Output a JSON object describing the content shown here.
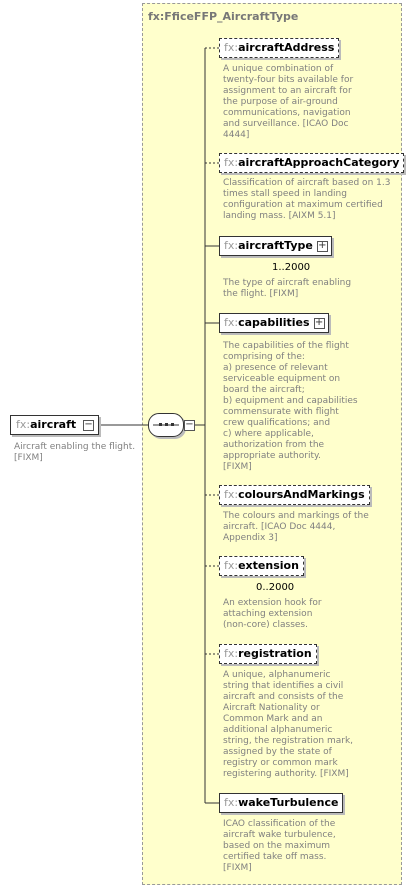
{
  "type_name": "fx:FficeFFP_AircraftType",
  "root": {
    "prefix": "fx:",
    "name": "aircraft",
    "description": "Aircraft enabling the flight.\n[FIXM]"
  },
  "elements": [
    {
      "prefix": "fx:",
      "name": "aircraftAddress",
      "optional": true,
      "expandable": false,
      "cardinality": "",
      "description": "A unique combination of\ntwenty-four bits available for\nassignment to an aircraft for\nthe purpose of air-ground\ncommunications, navigation\nand surveillance. [ICAO Doc\n4444]"
    },
    {
      "prefix": "fx:",
      "name": "aircraftApproachCategory",
      "optional": true,
      "expandable": false,
      "cardinality": "",
      "description": "Classification of aircraft based on 1.3\ntimes stall speed in landing\nconfiguration at maximum certified\nlanding mass. [AIXM 5.1]"
    },
    {
      "prefix": "fx:",
      "name": "aircraftType",
      "optional": false,
      "expandable": true,
      "cardinality": "1..2000",
      "description": "The type of aircraft enabling\nthe flight. [FIXM]"
    },
    {
      "prefix": "fx:",
      "name": "capabilities",
      "optional": false,
      "expandable": true,
      "cardinality": "",
      "description": "The capabilities of the flight\ncomprising of the:\na) presence of relevant\nserviceable equipment on\nboard the aircraft;\nb) equipment and capabilities\ncommensurate with flight\ncrew qualifications; and\nc) where applicable,\nauthorization from the\nappropriate authority.\n[FIXM]"
    },
    {
      "prefix": "fx:",
      "name": "coloursAndMarkings",
      "optional": true,
      "expandable": false,
      "cardinality": "",
      "description": "The colours and markings of the\naircraft. [ICAO Doc 4444,\nAppendix 3]"
    },
    {
      "prefix": "fx:",
      "name": "extension",
      "optional": true,
      "expandable": false,
      "cardinality": "0..2000",
      "description": "An extension hook for\nattaching extension\n(non-core) classes."
    },
    {
      "prefix": "fx:",
      "name": "registration",
      "optional": true,
      "expandable": false,
      "cardinality": "",
      "description": "A unique, alphanumeric\nstring that identifies a civil\naircraft and consists of the\nAircraft Nationality or\nCommon Mark and an\nadditional alphanumeric\nstring, the registration mark,\nassigned by the state of\nregistry or common mark\nregistering authority. [FIXM]"
    },
    {
      "prefix": "fx:",
      "name": "wakeTurbulence",
      "optional": false,
      "expandable": false,
      "cardinality": "",
      "description": "ICAO classification of the\naircraft wake turbulence,\nbased on the maximum\ncertified take off mass.\n[FIXM]"
    }
  ]
}
